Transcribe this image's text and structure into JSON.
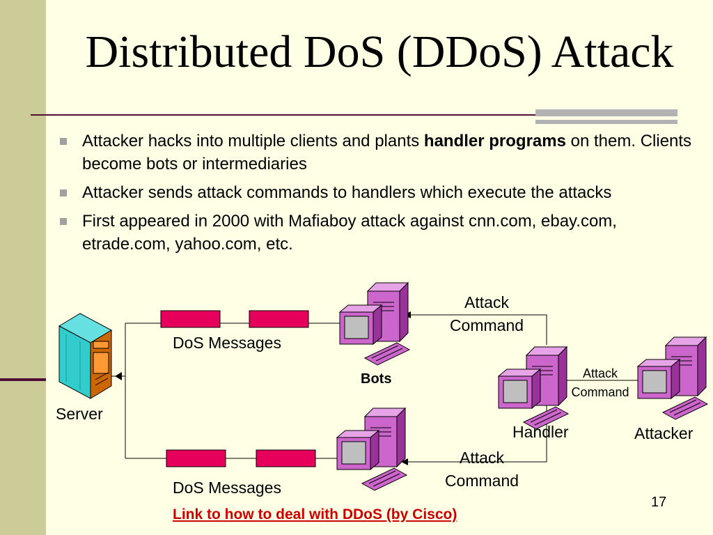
{
  "slide": {
    "title": "Distributed DoS (DDoS) Attack",
    "bullets": [
      {
        "pre": "Attacker hacks into multiple clients and plants ",
        "bold": "handler programs",
        "post": " on them. Clients become bots or intermediaries"
      },
      {
        "pre": "Attacker sends attack commands to handlers which execute the attacks",
        "bold": "",
        "post": ""
      },
      {
        "pre": "First appeared in 2000 with Mafiaboy attack against cnn.com, ebay.com, etrade.com, yahoo.com, etc.",
        "bold": "",
        "post": ""
      }
    ],
    "page_number": "17",
    "link_text": "Link to how to deal with DDoS (by Cisco)"
  },
  "diagram": {
    "server_label": "Server",
    "dos_messages_top": "DoS Messages",
    "dos_messages_bottom": "DoS Messages",
    "bots_label": "Bots",
    "attack_command_top_1": "Attack",
    "attack_command_top_2": "Command",
    "attack_command_mid_1": "Attack",
    "attack_command_mid_2": "Command",
    "attack_command_bottom_1": "Attack",
    "attack_command_bottom_2": "Command",
    "handler_label": "Handler",
    "attacker_label": "Attacker",
    "icons": {
      "server": "server-tower-icon",
      "computer": "desktop-computer-icon"
    },
    "colors": {
      "computer": "#CC66CC",
      "server": "#33CCCC",
      "packet": "#E6005C",
      "link": "#CC0000"
    }
  }
}
